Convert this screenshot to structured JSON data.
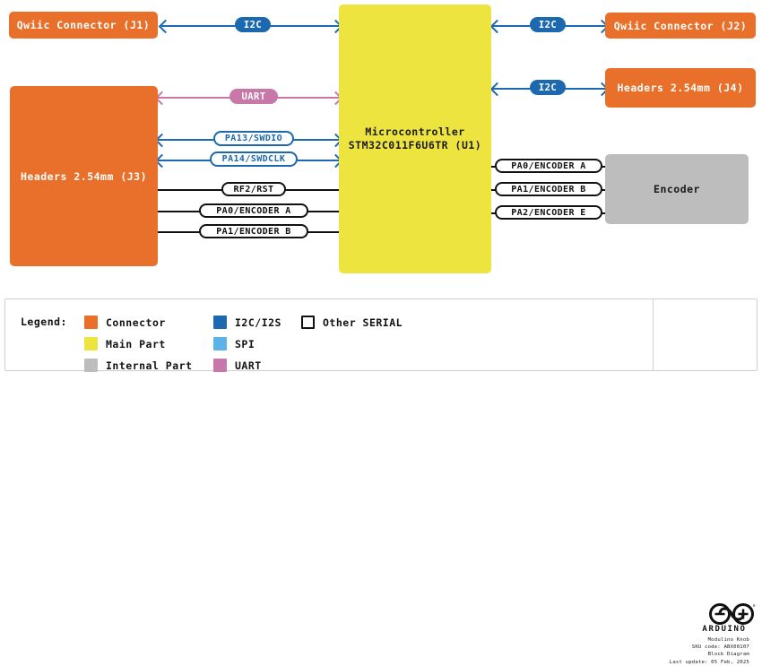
{
  "document": {
    "type": "block-diagram",
    "product": "Modulino Knob",
    "sku": "SKU code: ABX00107",
    "doc_type": "Block Diagram",
    "last_update": "Last update: 05 Feb, 2025",
    "brand": "ARDUINO"
  },
  "blocks": {
    "qwiic_j1": "Qwiic Connector (J1)",
    "headers_j3": "Headers 2.54mm (J3)",
    "mcu_line1": "Microcontroller",
    "mcu_line2": "STM32C011F6U6TR (U1)",
    "qwiic_j2": "Qwiic Connector (J2)",
    "headers_j4": "Headers 2.54mm (J4)",
    "encoder": "Encoder"
  },
  "signals": {
    "i2c_j1": "I2C",
    "i2c_j2": "I2C",
    "i2c_j4": "I2C",
    "uart_j3": "UART",
    "swdio": "PA13/SWDIO",
    "swdclk": "PA14/SWDCLK",
    "rst": "RF2/RST",
    "enc_a_left": "PA0/ENCODER A",
    "enc_b_left": "PA1/ENCODER B",
    "enc_a_right": "PA0/ENCODER A",
    "enc_b_right": "PA1/ENCODER B",
    "enc_e_right": "PA2/ENCODER E"
  },
  "legend": {
    "title": "Legend:",
    "items": [
      {
        "label": "Connector",
        "color": "#E8702A",
        "style": "filled"
      },
      {
        "label": "Main Part",
        "color": "#EDE43F",
        "style": "filled"
      },
      {
        "label": "Internal Part",
        "color": "#BDBDBD",
        "style": "filled"
      },
      {
        "label": "I2C/I2S",
        "color": "#1C69AF",
        "style": "filled"
      },
      {
        "label": "SPI",
        "color": "#5CB3E8",
        "style": "filled"
      },
      {
        "label": "UART",
        "color": "#C878A8",
        "style": "filled"
      },
      {
        "label": "Other SERIAL",
        "color": "#FFFFFF",
        "style": "outline"
      }
    ]
  },
  "colors": {
    "connector": "#E8702A",
    "main_part": "#EDE43F",
    "internal_part": "#BDBDBD",
    "i2c": "#1C69AF",
    "spi": "#5CB3E8",
    "uart": "#C878A8",
    "serial": "#111111"
  }
}
